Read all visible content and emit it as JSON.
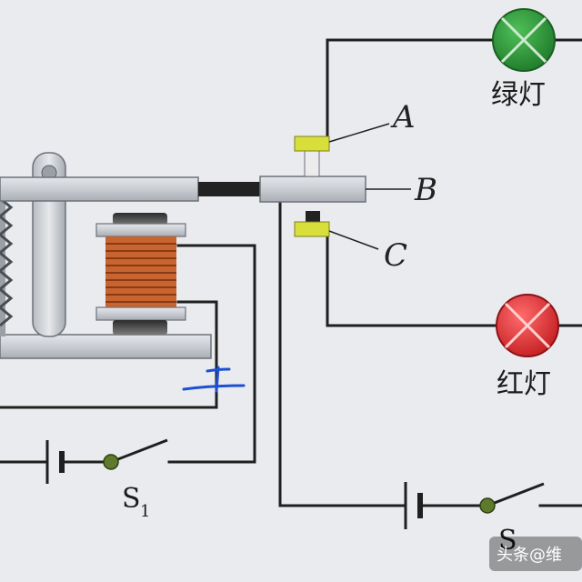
{
  "labels": {
    "contact_a": "A",
    "armature_b": "B",
    "contact_c": "C",
    "green_lamp": "绿灯",
    "red_lamp": "红灯",
    "switch_1": "S",
    "switch_1_sub": "1",
    "switch_2": "S",
    "handwritten_mark": "±"
  },
  "watermark": {
    "text": "头条@维"
  },
  "colors": {
    "background": "#e9ebee",
    "wire": "#1f1f1f",
    "metal": "#c9cdd2",
    "metal_edge": "#6d7278",
    "coil": "#c8642f",
    "contact_yellow": "#d8de3a",
    "green_lamp": "#2f9a3a",
    "red_lamp": "#e0393b",
    "switch_dot": "#5e7a2c",
    "blue_ink": "#1c4fd4"
  }
}
